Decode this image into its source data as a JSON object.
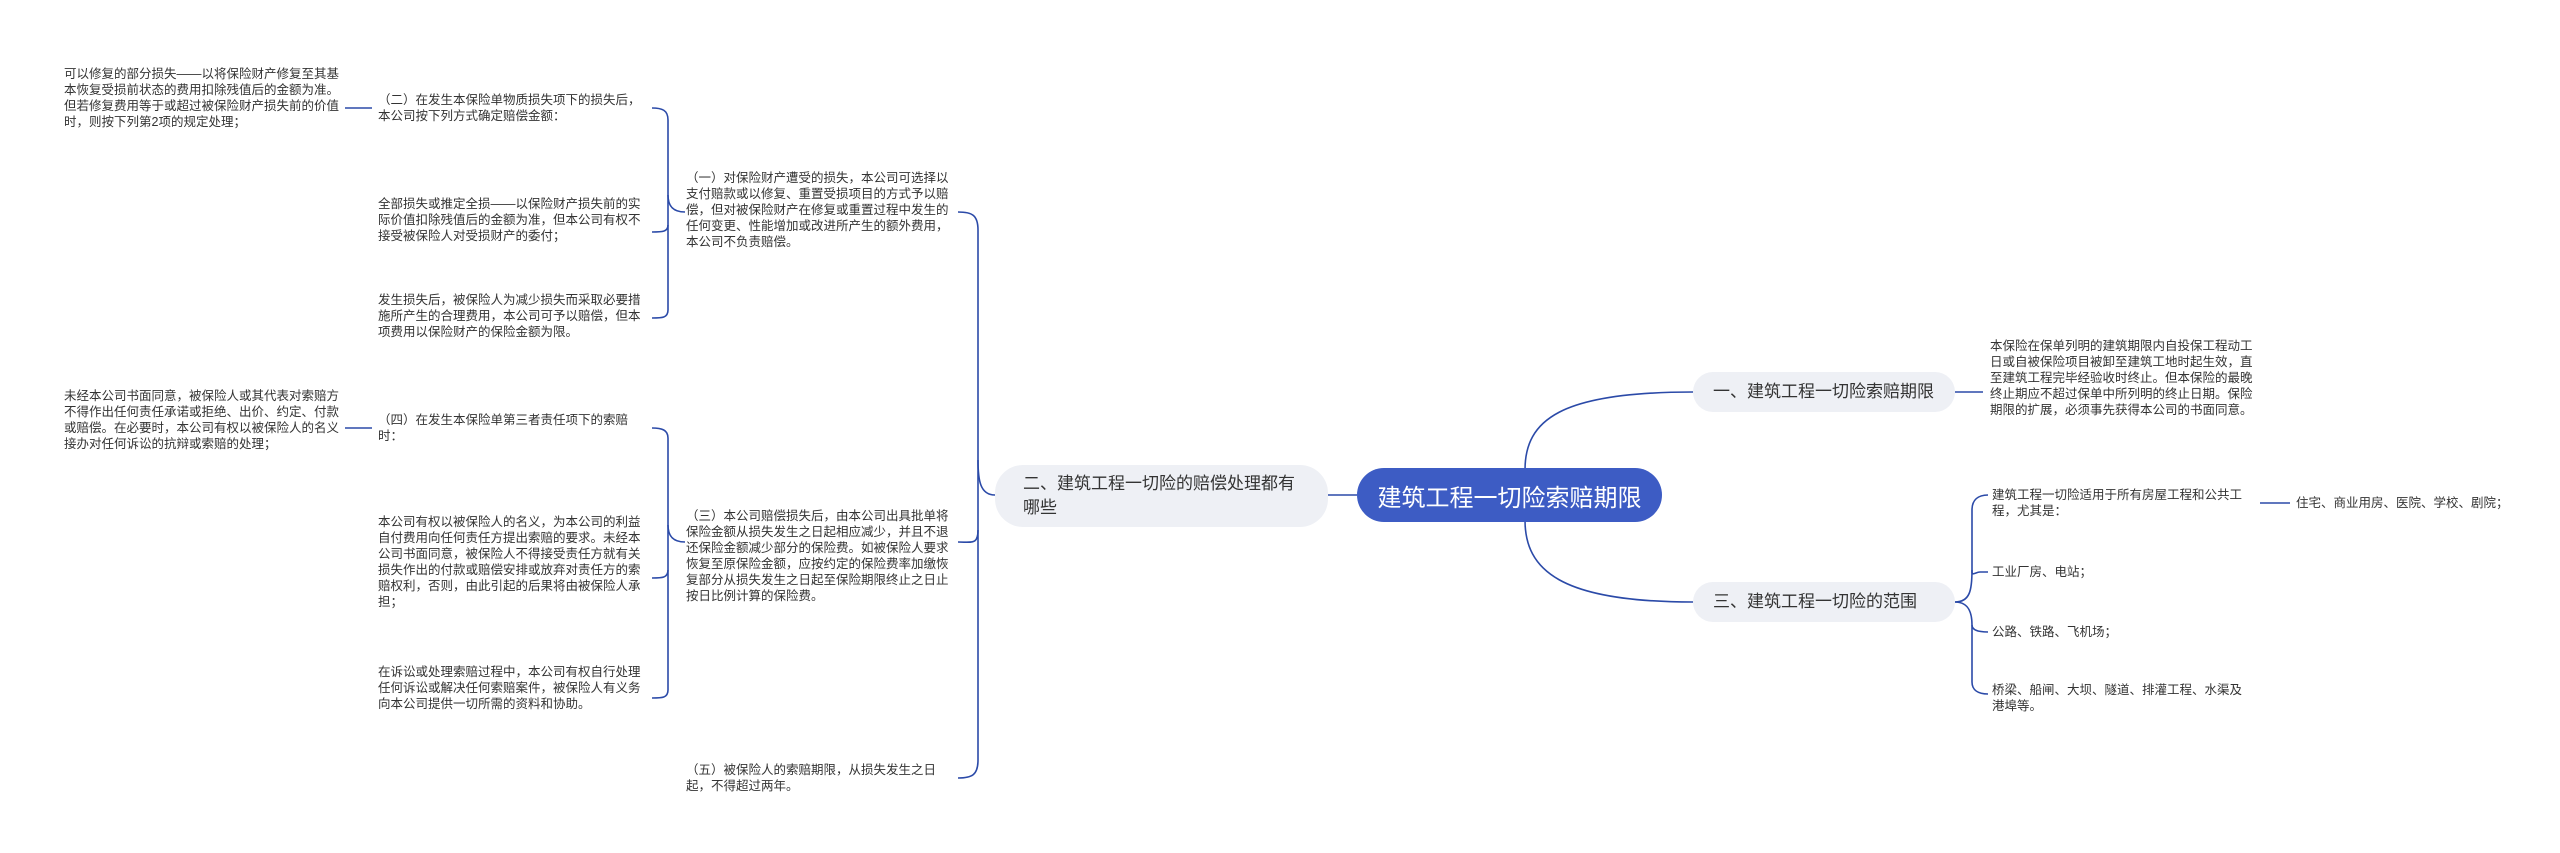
{
  "root": "建筑工程一切险索赔期限",
  "branches": {
    "b1": "一、建筑工程一切险索赔期限",
    "b2": "二、建筑工程一切险的赔偿处理都有哪些",
    "b3": "三、建筑工程一切险的范围"
  },
  "b1_text": "本保险在保单列明的建筑期限内自投保工程动工日或自被保险项目被卸至建筑工地时起生效，直至建筑工程完毕经验收时终止。但本保险的最晚终止期应不超过保单中所列明的终止日期。保险期限的扩展，必须事先获得本公司的书面同意。",
  "b3_items": {
    "i1": "建筑工程一切险适用于所有房屋工程和公共工程，尤其是：",
    "i1_sub": "住宅、商业用房、医院、学校、剧院；",
    "i2": "工业厂房、电站；",
    "i3": "公路、铁路、飞机场；",
    "i4": "桥梁、船闸、大坝、隧道、排灌工程、水渠及港埠等。"
  },
  "b2_items": {
    "s1": "（一）对保险财产遭受的损失，本公司可选择以支付赔款或以修复、重置受损项目的方式予以赔偿，但对被保险财产在修复或重置过程中发生的任何变更、性能增加或改进所产生的额外费用，本公司不负责赔偿。",
    "s1a": "（二）在发生本保险单物质损失项下的损失后，本公司按下列方式确定赔偿金额：",
    "s1a_note": "可以修复的部分损失——以将保险财产修复至其基本恢复受损前状态的费用扣除残值后的金额为准。但若修复费用等于或超过被保险财产损失前的价值时，则按下列第2项的规定处理；",
    "s1b": "全部损失或推定全损——以保险财产损失前的实际价值扣除残值后的金额为准，但本公司有权不接受被保险人对受损财产的委付；",
    "s1c": "发生损失后，被保险人为减少损失而采取必要措施所产生的合理费用，本公司可予以赔偿，但本项费用以保险财产的保险金额为限。",
    "s2": "（三）本公司赔偿损失后，由本公司出具批单将保险金额从损失发生之日起相应减少，并且不退还保险金额减少部分的保险费。如被保险人要求恢复至原保险金额，应按约定的保险费率加缴恢复部分从损失发生之日起至保险期限终止之日止按日比例计算的保险费。",
    "s2a": "（四）在发生本保险单第三者责任项下的索赔时：",
    "s2a_note": "未经本公司书面同意，被保险人或其代表对索赔方不得作出任何责任承诺或拒绝、出价、约定、付款或赔偿。在必要时，本公司有权以被保险人的名义接办对任何诉讼的抗辩或索赔的处理；",
    "s2b": "本公司有权以被保险人的名义，为本公司的利益自付费用向任何责任方提出索赔的要求。未经本公司书面同意，被保险人不得接受责任方就有关损失作出的付款或赔偿安排或放弃对责任方的索赔权利，否则，由此引起的后果将由被保险人承担；",
    "s2c": "在诉讼或处理索赔过程中，本公司有权自行处理任何诉讼或解决任何索赔案件，被保险人有义务向本公司提供一切所需的资料和协助。",
    "s3": "（五）被保险人的索赔期限，从损失发生之日起，不得超过两年。"
  },
  "colors": {
    "root": "#3d5cc4",
    "branch_bg": "#eef0f5",
    "line": "#2b4aa8"
  }
}
